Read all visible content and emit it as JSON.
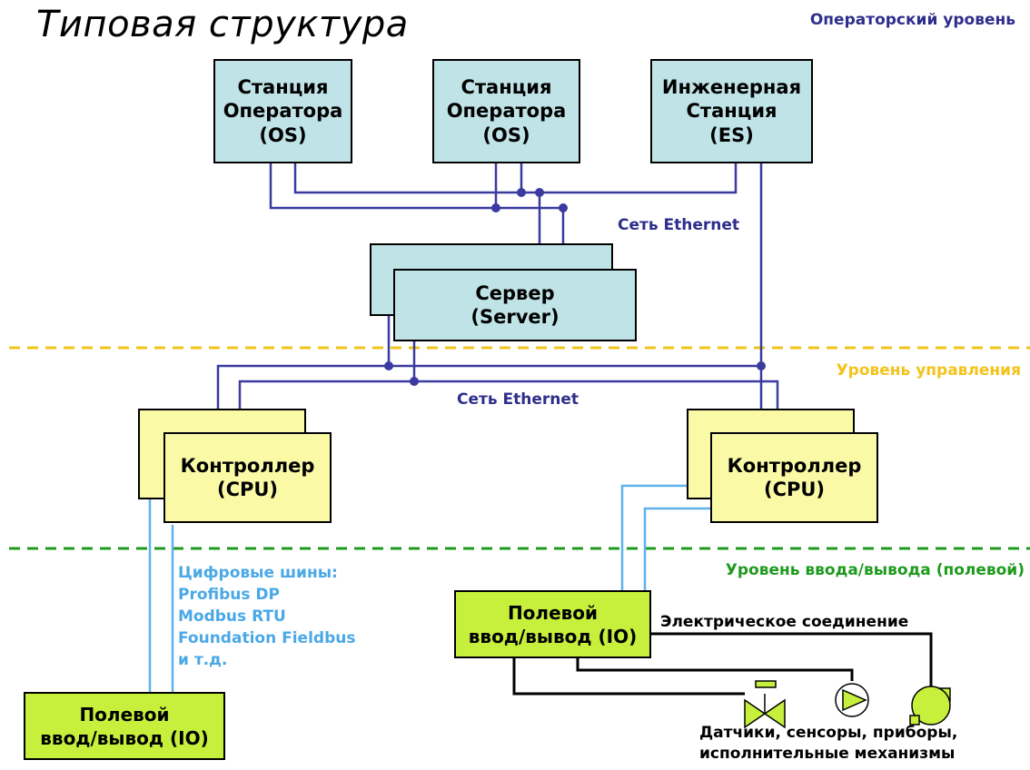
{
  "title": "Типовая структура",
  "levels": {
    "operator": "Операторский уровень",
    "control": "Уровень управления",
    "io": "Уровень ввода/вывода (полевой)"
  },
  "networks": {
    "upper": "Сеть Ethernet",
    "lower": "Сеть Ethernet"
  },
  "stations": [
    "Станция\nОператора\n(OS)",
    "Станция\nОператора\n(OS)",
    "Инженерная\nСтанция\n(ES)"
  ],
  "server": "Сервер\n(Server)",
  "controllers": [
    "Контроллер\n(CPU)",
    "Контроллер\n(CPU)"
  ],
  "io_modules": {
    "right": "Полевой\nввод/вывод (IO)",
    "left": "Полевой\nввод/вывод (IO)"
  },
  "buses": {
    "title": "Цифровые шины:",
    "items": [
      "Profibus DP",
      "Modbus RTU",
      "Foundation Fieldbus",
      "и т.д."
    ]
  },
  "electrical": "Электрическое соединение",
  "sensors": [
    "Датчики, сенсоры, приборы,",
    "исполнительные механизмы"
  ],
  "colors": {
    "station_fill": "#bfe3e6",
    "controller_fill": "#fafaa6",
    "io_fill": "#c6f03c",
    "ethernet_wire": "#3a3aa0",
    "fieldbus_wire": "#5fb2ea",
    "control_level_line": "#f2c31b",
    "io_level_line": "#1e9a1e"
  }
}
